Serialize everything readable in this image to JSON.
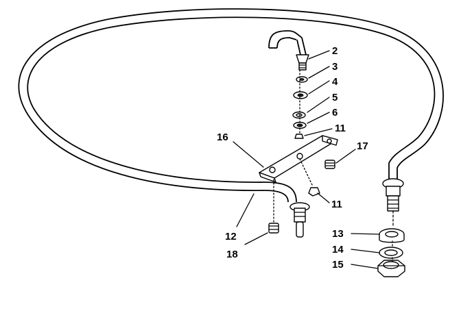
{
  "callouts": [
    {
      "id": "c2",
      "text": "2"
    },
    {
      "id": "c3",
      "text": "3"
    },
    {
      "id": "c4",
      "text": "4"
    },
    {
      "id": "c5",
      "text": "5"
    },
    {
      "id": "c6",
      "text": "6"
    },
    {
      "id": "c11a",
      "text": "11"
    },
    {
      "id": "c16",
      "text": "16"
    },
    {
      "id": "c17",
      "text": "17"
    },
    {
      "id": "c11b",
      "text": "11"
    },
    {
      "id": "c12",
      "text": "12"
    },
    {
      "id": "c18",
      "text": "18"
    },
    {
      "id": "c13",
      "text": "13"
    },
    {
      "id": "c14",
      "text": "14"
    },
    {
      "id": "c15",
      "text": "15"
    }
  ]
}
